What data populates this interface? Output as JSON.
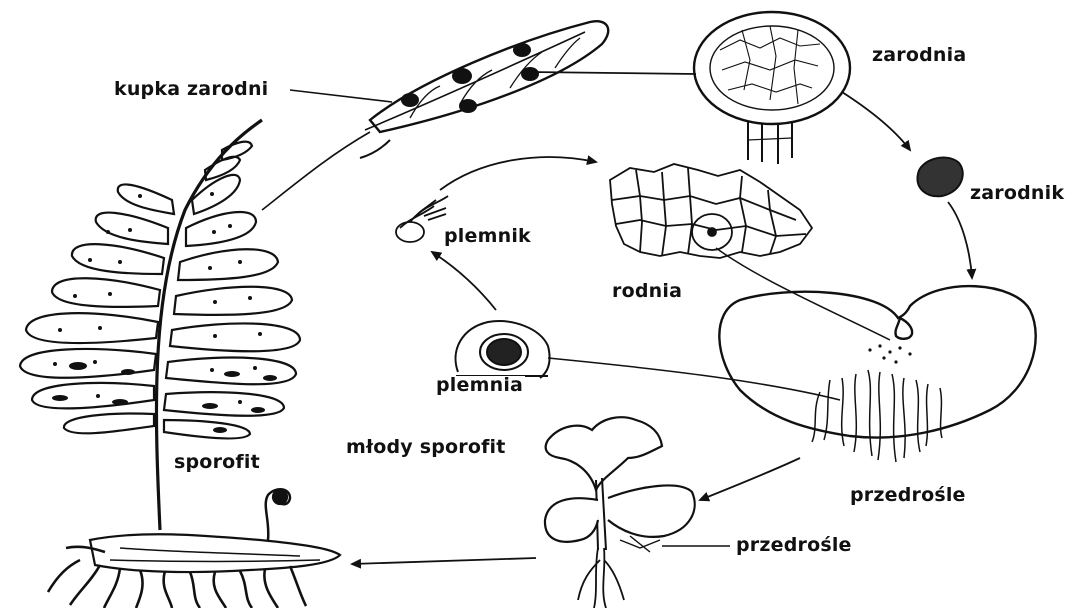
{
  "labels": {
    "kupka_zarodni": "kupka zarodni",
    "zarodnia": "zarodnia",
    "zarodnik": "zarodnik",
    "plemnik": "plemnik",
    "rodnia": "rodnia",
    "plemnia": "plemnia",
    "mlody_sporofit": "młody sporofit",
    "sporofit": "sporofit",
    "przedrosle_1": "przedrośle",
    "przedrosle_2": "przedrośle"
  },
  "colors": {
    "ink": "#111111",
    "paper": "#ffffff"
  }
}
